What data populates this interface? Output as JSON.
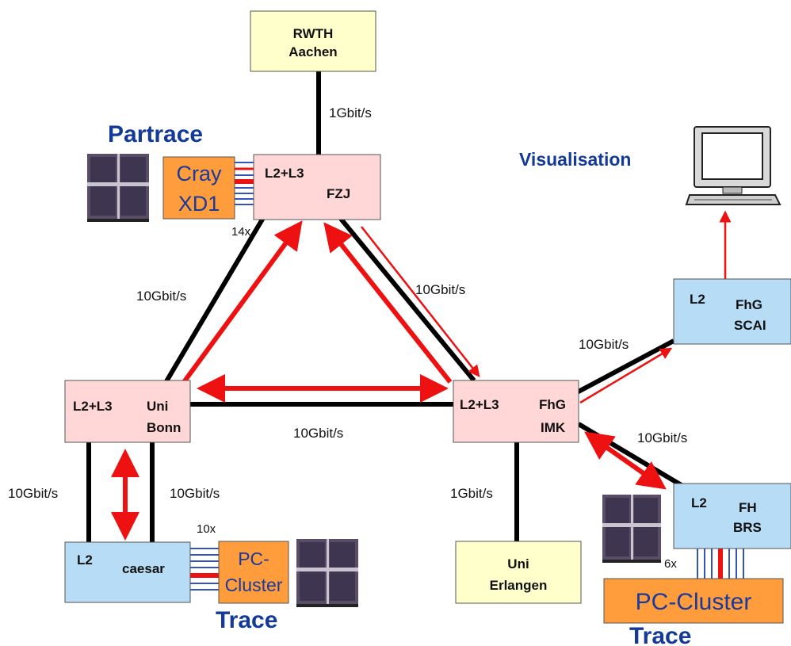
{
  "colors": {
    "cream": "#ffffcc",
    "pink": "#ffd7d7",
    "blue": "#b7dcf5",
    "orange": "#ff9c3c",
    "black_link": "#000000",
    "red_link": "#ee1111",
    "blue_text": "#123a9a"
  },
  "nodes": {
    "rwth": {
      "line1": "RWTH",
      "line2": "Aachen"
    },
    "fzj": {
      "left": "L2+L3",
      "right": "FZJ"
    },
    "bonn": {
      "left": "L2+L3",
      "right1": "Uni",
      "right2": "Bonn"
    },
    "imk": {
      "left": "L2+L3",
      "right1": "FhG",
      "right2": "IMK"
    },
    "scai": {
      "left": "L2",
      "right1": "FhG",
      "right2": "SCAI"
    },
    "caesar": {
      "left": "L2",
      "right": "caesar"
    },
    "brs": {
      "left": "L2",
      "right1": "FH",
      "right2": "BRS"
    },
    "erlangen": {
      "line1": "Uni",
      "line2": "Erlangen"
    }
  },
  "clusters": {
    "cray": {
      "line1": "Cray",
      "line2": "XD1",
      "count": "14x"
    },
    "pc_caesar": {
      "line1": "PC-",
      "line2": "Cluster",
      "count": "10x"
    },
    "pc_brs": {
      "line1": "PC-Cluster",
      "count": "6x"
    }
  },
  "labels": {
    "partrace": "Partrace",
    "visualisation": "Visualisation",
    "trace_left": "Trace",
    "trace_right": "Trace"
  },
  "links": {
    "rwth_fzj": "1Gbit/s",
    "fzj_bonn": "10Gbit/s",
    "fzj_imk": "10Gbit/s",
    "bonn_imk": "10Gbit/s",
    "imk_scai": "10Gbit/s",
    "imk_brs": "10Gbit/s",
    "bonn_caesar_left": "10Gbit/s",
    "bonn_caesar_right": "10Gbit/s",
    "imk_erlangen": "1Gbit/s"
  },
  "icons": [
    "server-rack-icon",
    "computer-monitor-icon"
  ]
}
